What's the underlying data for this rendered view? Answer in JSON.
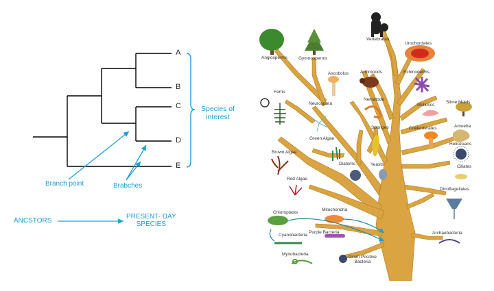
{
  "cladogram": {
    "taxa": [
      "A",
      "B",
      "C",
      "D",
      "E"
    ],
    "group_label_line1": "Species of",
    "group_label_line2": "interest",
    "branch_point_label": "Branch point",
    "branches_label": "Brabches",
    "ancestors_label": "ANCSTORS",
    "present_label_line1": "PRESENT- DAY",
    "present_label_line2": "SPECIES",
    "accent_color": "#1aa0d8",
    "line_color": "#000000"
  },
  "tree_of_life": {
    "trunk_color": "#d9a441",
    "labels": {
      "vertebrates": "Vertebrates",
      "urochordates": "Urochordates",
      "angiosperms": "Angiosperms",
      "gymnosperms": "Gymnosperms",
      "ascobolus": "Ascobolus",
      "arthropods": "Arthropods",
      "echinoderms": "Echinoderms",
      "ferns": "Ferns",
      "neurospora": "Neurospora",
      "nematode": "Nematode",
      "molluscs": "Molluscs",
      "slime_molds": "Slime Molds",
      "amoeba": "Amoeba",
      "green_algae": "Green Algae",
      "sponges": "Sponges",
      "coelenterates": "Coelenterates",
      "heliozoans": "Heliozoans",
      "brown_algae": "Brown Algae",
      "diatoms": "Diatoms",
      "yeasts": "Yeasts",
      "ciliates": "Ciliates",
      "red_algae": "Red Algae",
      "dinoflagellates": "Dinoflagellates",
      "chloroplasts": "Chloroplasts",
      "mitochondria": "Mitochondria",
      "cyanobacteria": "Cyanobacteria",
      "purple_bacteria": "Purple Bacteria",
      "archaebacteria": "Archaebacteria",
      "myxobacteria": "Myxobacteria",
      "gram_positive_line1": "Gram Positive",
      "gram_positive_line2": "Bacteria"
    }
  }
}
